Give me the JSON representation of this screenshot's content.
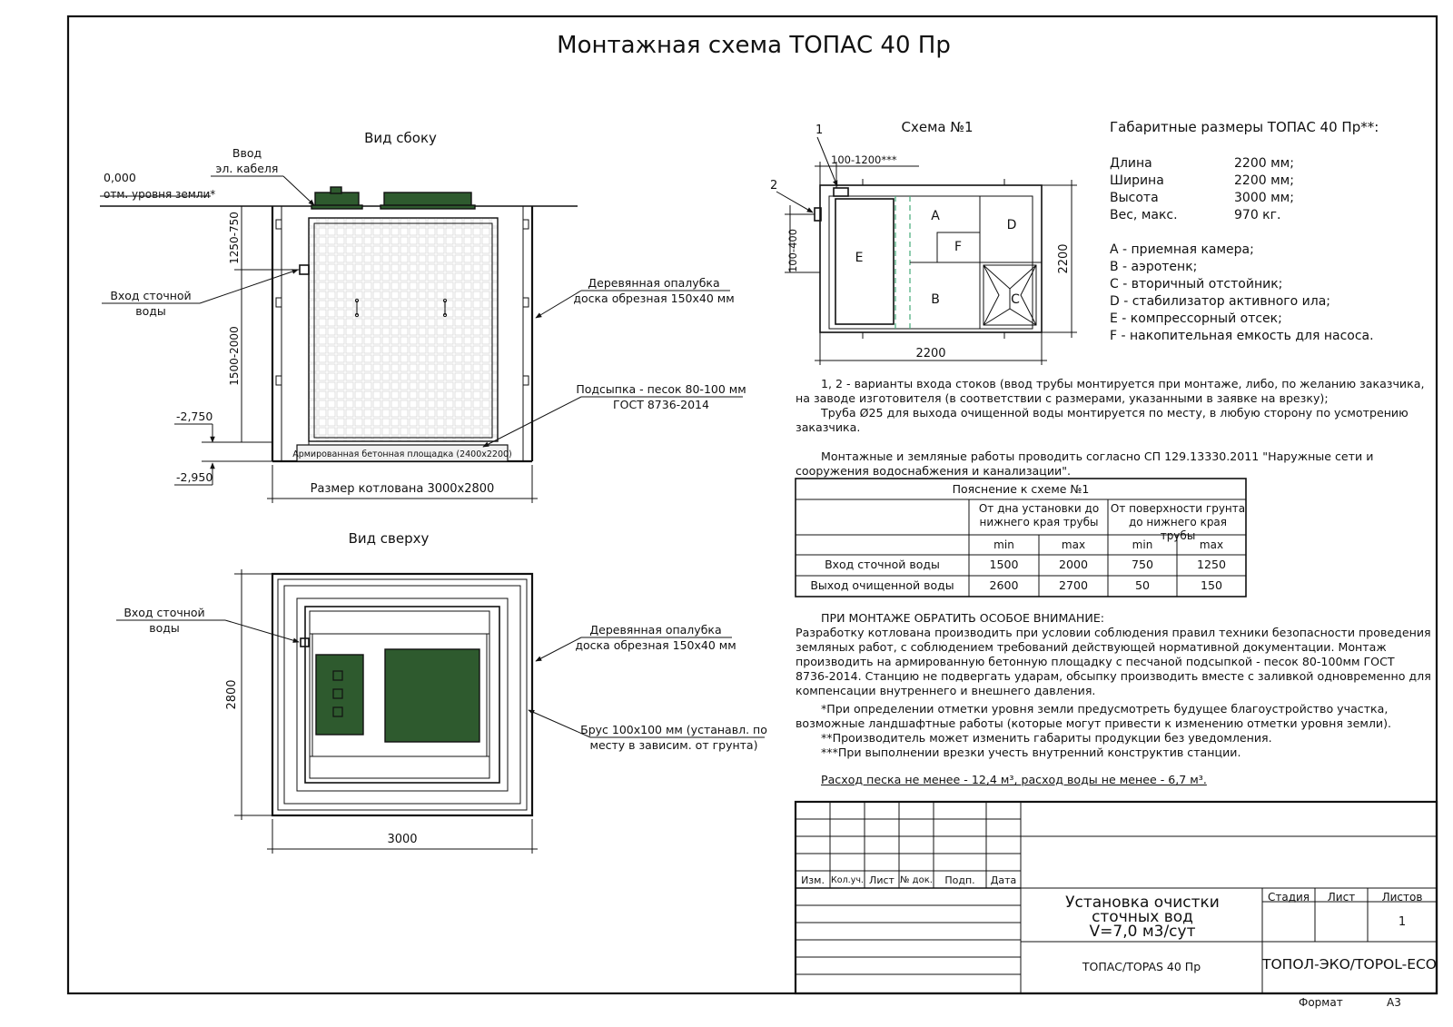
{
  "title": "Монтажная схема ТОПАС 40 Пр",
  "side_view": {
    "title": "Вид сбоку",
    "cable_label": [
      "Ввод",
      "эл. кабеля"
    ],
    "ground_level": [
      "0,000",
      "отм. уровня земли*"
    ],
    "dim_top": "1250-750",
    "dim_mid": "1500-2000",
    "inlet_label": [
      "Вход сточной",
      "воды"
    ],
    "formwork_label": [
      "Деревянная опалубка",
      "доска обрезная 150х40 мм"
    ],
    "backfill_label": [
      "Подсыпка - песок 80-100 мм",
      "ГОСТ 8736-2014"
    ],
    "pad_label": "Армированная бетонная площадка (2400х2200)",
    "level_1": "-2,750",
    "level_2": "-2,950",
    "pit_size": "Размер котлована 3000х2800"
  },
  "top_view": {
    "title": "Вид сверху",
    "inlet_label": [
      "Вход сточной",
      "воды"
    ],
    "formwork_label": [
      "Деревянная опалубка",
      "доска обрезная 150х40 мм"
    ],
    "beam_label": [
      "Брус 100х100 мм (устанавл. по",
      "месту в зависим. от грунта)"
    ],
    "dim_height": "2800",
    "dim_width": "3000"
  },
  "scheme": {
    "title": "Схема №1",
    "mark_1": "1",
    "mark_2": "2",
    "dim_top": "100-1200***",
    "dim_left": "100-400",
    "dim_right": "2200",
    "dim_bottom": "2200",
    "zones": [
      "E",
      "A",
      "D",
      "F",
      "B",
      "C"
    ]
  },
  "dimensions": {
    "title": "Габаритные размеры ТОПАС 40 Пр**:",
    "rows": [
      {
        "name": "Длина",
        "value": "2200 мм;"
      },
      {
        "name": "Ширина",
        "value": "2200 мм;"
      },
      {
        "name": "Высота",
        "value": "3000 мм;"
      },
      {
        "name": "Вес, макс.",
        "value": "970 кг."
      }
    ],
    "legend": [
      "А - приемная камера;",
      "В - аэротенк;",
      "С - вторичный отстойник;",
      "D - стабилизатор активного ила;",
      "Е - компрессорный отсек;",
      "F - накопительная емкость для насоса."
    ]
  },
  "notes": {
    "p1": "1, 2 - варианты входа стоков (ввод трубы монтируется при монтаже, либо, по желанию заказчика, на заводе изготовителя (в соответствии с размерами, указанными в заявке на врезку);",
    "p2": "Труба Ø25 для выхода очищенной воды монтируется по месту, в любую сторону по усмотрению заказчика.",
    "p3": "Монтажные и земляные работы проводить согласно СП 129.13330.2011 \"Наружные сети и сооружения водоснабжения и канализации\"."
  },
  "table": {
    "caption": "Пояснение к схеме №1",
    "group_1": "От дна установки до нижнего края трубы",
    "group_2": "От поверхности грунта до нижнего края трубы",
    "sub": [
      "min",
      "max",
      "min",
      "max"
    ],
    "rows": [
      {
        "label": "Вход сточной воды",
        "values": [
          "1500",
          "2000",
          "750",
          "1250"
        ]
      },
      {
        "label": "Выход очищенной воды",
        "values": [
          "2600",
          "2700",
          "50",
          "150"
        ]
      }
    ]
  },
  "attention": {
    "title": "ПРИ МОНТАЖЕ ОБРАТИТЬ ОСОБОЕ ВНИМАНИЕ:",
    "text": "Разработку котлована производить при условии соблюдения правил техники безопасности проведения земляных работ, с соблюдением требований действующей нормативной документации. Монтаж производить на армированную бетонную площадку с песчаной подсыпкой - песок 80-100мм ГОСТ 8736-2014. Станцию не подвергать ударам, обсыпку производить вместе с заливкой одновременно для компенсации внутреннего и внешнего давления.",
    "fn1": "*При определении отметки уровня земли предусмотреть будущее благоустройство участка, возможные ландшафтные работы (которые могут привести к изменению отметки уровня земли).",
    "fn2": "**Производитель может изменить габариты продукции без уведомления.",
    "fn3": "***При выполнении врезки учесть внутренний конструктив станции.",
    "consumption": "Расход песка не менее - 12,4 м³, расход воды не менее - 6,7 м³."
  },
  "stamp": {
    "headers": [
      "Изм.",
      "Кол.уч.",
      "Лист",
      "№ док.",
      "Подп.",
      "Дата"
    ],
    "name": [
      "Установка очистки",
      "сточных вод",
      "V=7,0 м3/сут"
    ],
    "stage_label": "Стадия",
    "sheet_label": "Лист",
    "sheets_label": "Листов",
    "sheets_value": "1",
    "product": "ТОПАС/TOPAS 40 Пр",
    "company": "ТОПОЛ-ЭКО/TOPOL-ECO"
  },
  "format": {
    "label": "Формат",
    "value": "А3"
  },
  "colors": {
    "tank": "#2e5a2e",
    "partition_dash": "#44aa77"
  }
}
